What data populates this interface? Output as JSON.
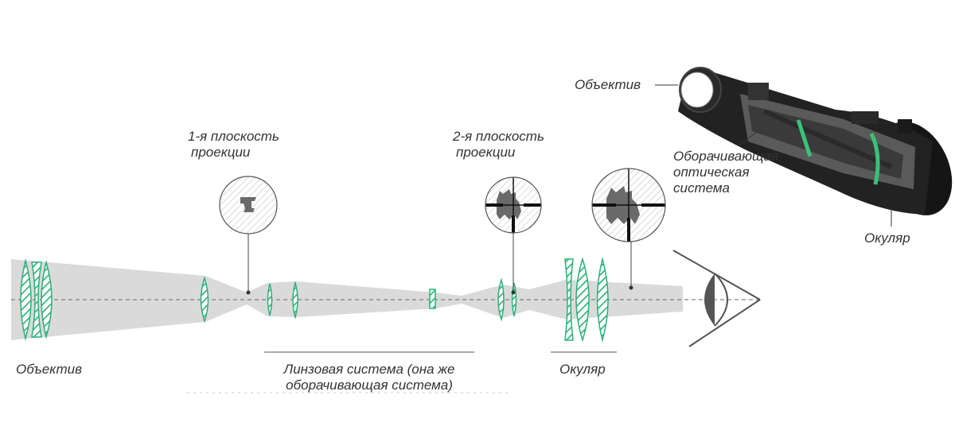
{
  "colors": {
    "lens_green": "#2bb07a",
    "beam_gray": "#d9d9d9",
    "line_gray": "#555555",
    "scope_body": "#1e1e1e",
    "scope_accent": "#39c27a"
  },
  "labels": {
    "plane1": {
      "line1": "1-я плоскость",
      "line2": "проекции"
    },
    "plane2": {
      "line1": "2-я плоскость",
      "line2": "проекции"
    },
    "objective_bottom": "Объектив",
    "lens_system": {
      "line1": "Линзовая система (она же",
      "line2": "оборачивающая система)"
    },
    "eyepiece_bottom": "Окуляр",
    "scope_objective": "Объектив",
    "scope_erector": {
      "line1": "Оборачивающая",
      "line2": "оптическая",
      "line3": "система"
    },
    "scope_eyepiece": "Окуляр"
  },
  "icons": [
    "reticle-circle-plane1-icon",
    "reticle-circle-plane2-icon",
    "reticle-circle-eyepiece-icon",
    "deer-target-icon",
    "eye-icon",
    "rifle-scope-icon"
  ]
}
